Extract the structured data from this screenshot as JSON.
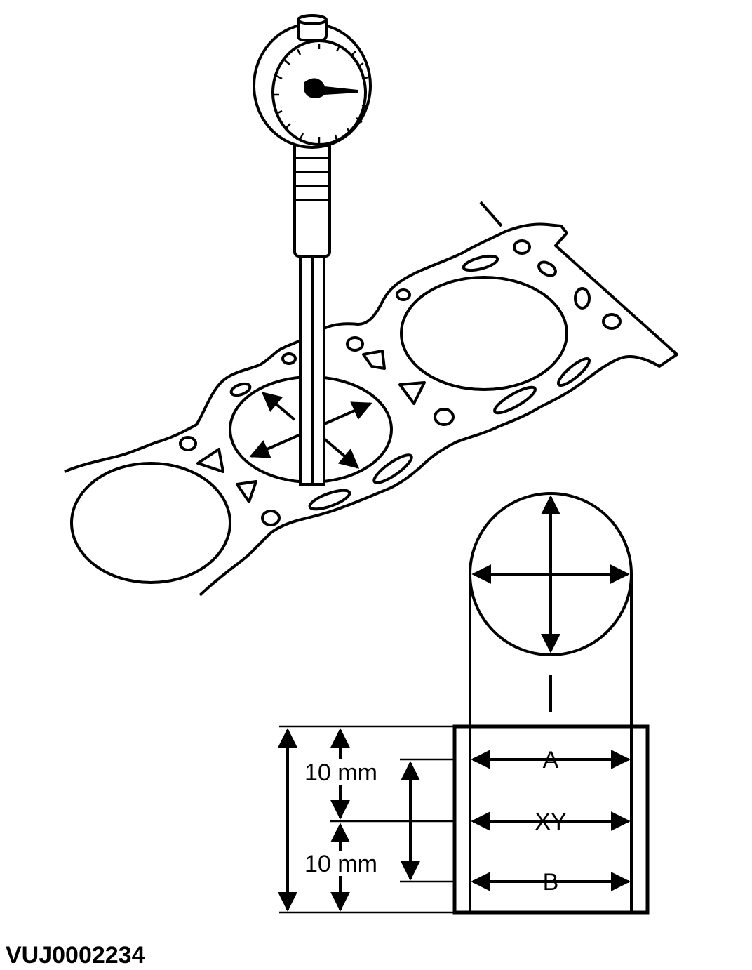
{
  "labels": {
    "upper_dim": "10 mm",
    "lower_dim": "10 mm",
    "position_a": "A",
    "position_xy": "XY",
    "position_b": "B"
  },
  "figure_id": "VUJ0002234"
}
